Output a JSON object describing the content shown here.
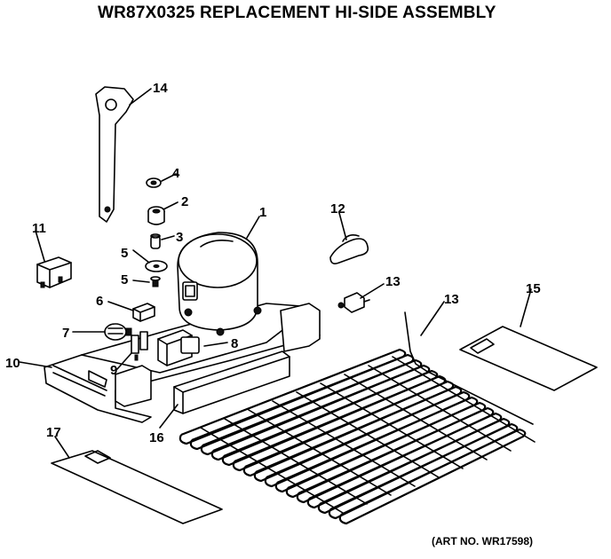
{
  "title": "WR87X0325 REPLACEMENT HI-SIDE ASSEMBLY",
  "art_number": "(ART NO. WR17598)",
  "callouts": {
    "c1": "1",
    "c2": "2",
    "c3": "3",
    "c4": "4",
    "c5a": "5",
    "c5b": "5",
    "c6": "6",
    "c7": "7",
    "c8": "8",
    "c9": "9",
    "c10": "10",
    "c11": "11",
    "c12": "12",
    "c13a": "13",
    "c13b": "13",
    "c14": "14",
    "c15": "15",
    "c16": "16",
    "c17": "17"
  }
}
